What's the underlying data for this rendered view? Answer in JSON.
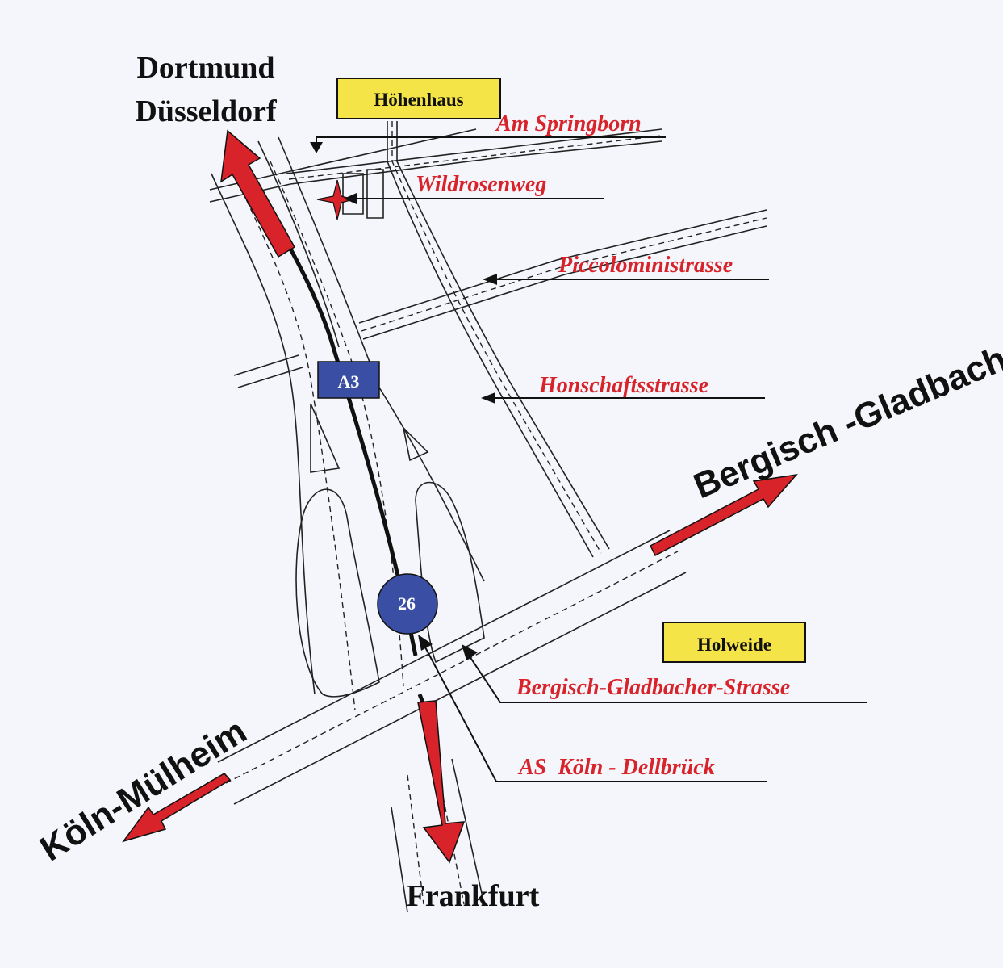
{
  "cities": {
    "north_line1": "Dortmund",
    "north_line2": "Düsseldorf",
    "south": "Frankfurt",
    "east": "Bergisch -Gladbach",
    "west": "Köln-Mülheim"
  },
  "districts": {
    "hoehenhaus": "Höhenhaus",
    "holweide": "Holweide"
  },
  "streets": {
    "am_springborn": "Am Springborn",
    "wildrosenweg": "Wildrosenweg",
    "piccolomini": "Piccoloministrasse",
    "honschaft": "Honschaftsstrasse",
    "bergisch_gladbacher": "Bergisch-Gladbacher-Strasse",
    "exit": "AS  Köln - Dellbrück"
  },
  "signs": {
    "motorway": "A3",
    "exit_number": "26"
  },
  "colors": {
    "arrow_red": "#d8232a",
    "sign_blue": "#3a4ea3",
    "label_yellow": "#f4e447"
  }
}
